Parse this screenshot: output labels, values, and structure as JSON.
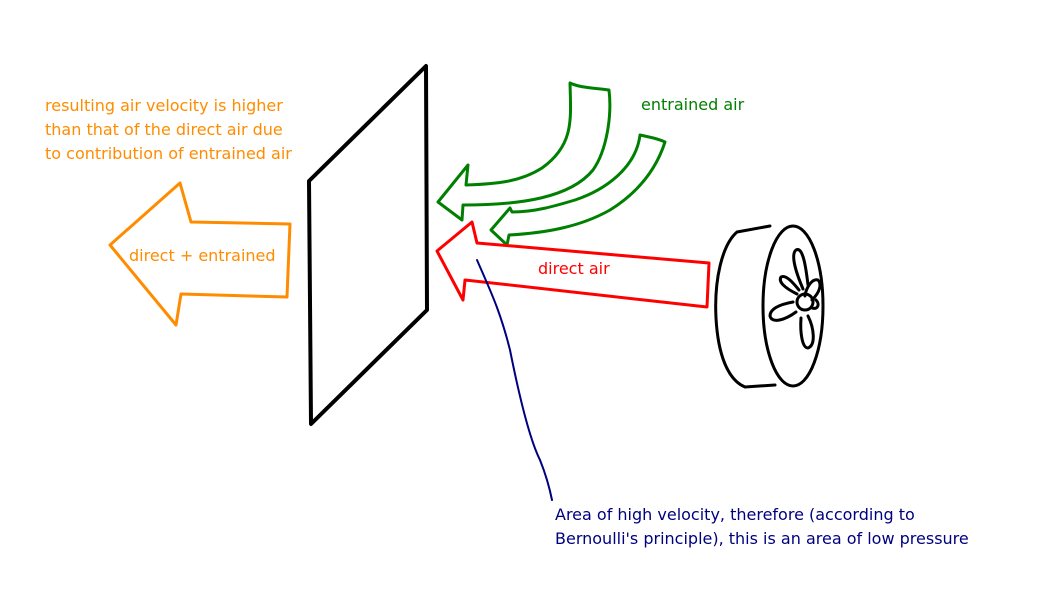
{
  "labels": {
    "result_note": [
      "resulting air velocity is higher",
      "than that of the direct air due",
      "to contribution of entrained air"
    ],
    "combined_flow": "direct + entrained",
    "entrained_air": "entrained air",
    "direct_air": "direct air",
    "pressure_note": [
      "Area of high velocity, therefore (according to",
      "Bernoulli's principle), this is an area of low pressure"
    ]
  },
  "colors": {
    "combined": "#ff8c00",
    "entrained": "#008000",
    "direct": "#ff0000",
    "annotation": "#000080",
    "outline": "#000000"
  },
  "icons": {
    "fan": "fan-icon",
    "obstacle": "flat-plate"
  }
}
